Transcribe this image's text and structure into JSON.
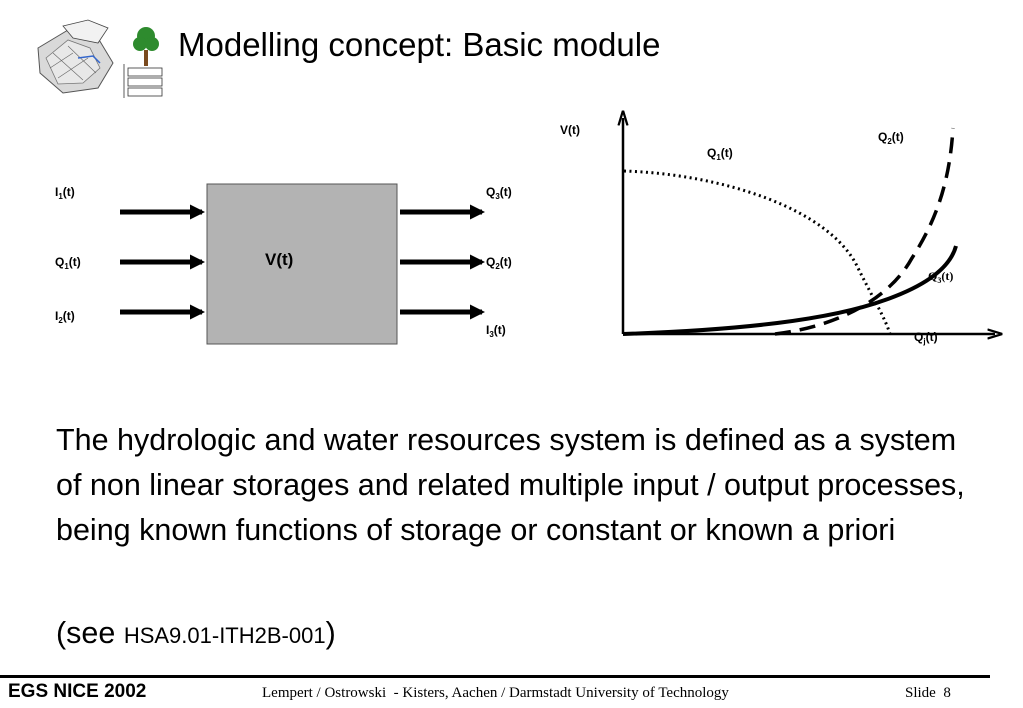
{
  "slide": {
    "title": "Modelling concept: Basic module",
    "paragraph": "The hydrologic and water resources system is defined as a system of non linear storages and related multiple input / output processes, being known functions of storage or constant or known a priori",
    "see_open": "(see ",
    "see_ref": "HSA9.01-ITH2B-001",
    "see_close": ")"
  },
  "block_diagram": {
    "box_label": "V(t)",
    "inputs": [
      {
        "base": "I",
        "sub": "1",
        "tail": "(t)"
      },
      {
        "base": "Q",
        "sub": "1",
        "tail": "(t)"
      },
      {
        "base": "I",
        "sub": "2",
        "tail": "(t)"
      }
    ],
    "outputs": [
      {
        "base": "Q",
        "sub": "3",
        "tail": "(t)"
      },
      {
        "base": "Q",
        "sub": "2",
        "tail": "(t)"
      },
      {
        "base": "I",
        "sub": "3",
        "tail": "(t)"
      }
    ],
    "box_color": "#b3b3b3"
  },
  "chart_data": {
    "type": "line",
    "ylabel": "V(t)",
    "series": [
      {
        "name": "Q1(t)",
        "label": {
          "base": "Q",
          "sub": "1",
          "tail": "(t)"
        },
        "style": "dotted",
        "shape": "decreasing"
      },
      {
        "name": "Q2(t)",
        "label": {
          "base": "Q",
          "sub": "2",
          "tail": "(t)"
        },
        "style": "dashed",
        "shape": "increasing-steep"
      },
      {
        "name": "Q3(t)",
        "label": {
          "base": "Q",
          "sub": "3",
          "tail": "(t)"
        },
        "style": "solid",
        "shape": "increasing"
      }
    ],
    "x_axis_label": {
      "base": "Q",
      "sub": "j",
      "tail": "(t)"
    }
  },
  "footer": {
    "left": "EGS NICE 2002",
    "middle": "Lempert / Ostrowski  - Kisters, Aachen / Darmstadt University of Technology",
    "right": "Slide  8"
  },
  "icons": [
    "landscape-logo-icon",
    "tree-icon",
    "storage-diagram-icon"
  ]
}
